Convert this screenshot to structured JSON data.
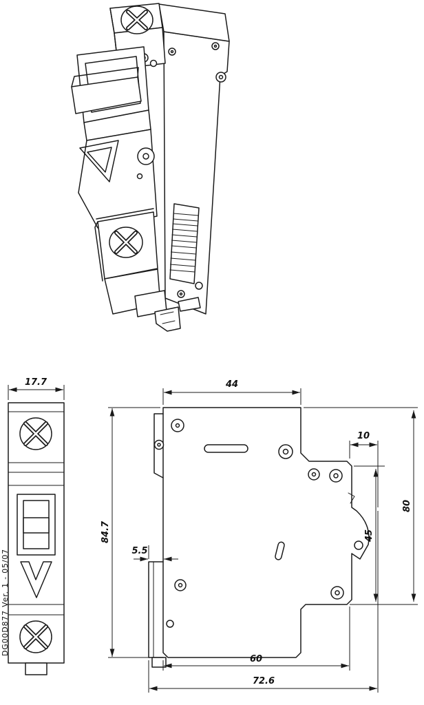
{
  "titleblock": {
    "document_code": "DG00D877 Ver. 1 - 05/07"
  },
  "dimensions": {
    "front_width": "17.7",
    "top_width": "44",
    "clip_offset": "10",
    "overall_height": "84.7",
    "rail_depth": "5.5",
    "clip_height": "45",
    "side_height": "80",
    "base_width": "60",
    "overall_depth": "72.6"
  },
  "colors": {
    "line": "#1a1a1a",
    "paper": "#ffffff"
  }
}
